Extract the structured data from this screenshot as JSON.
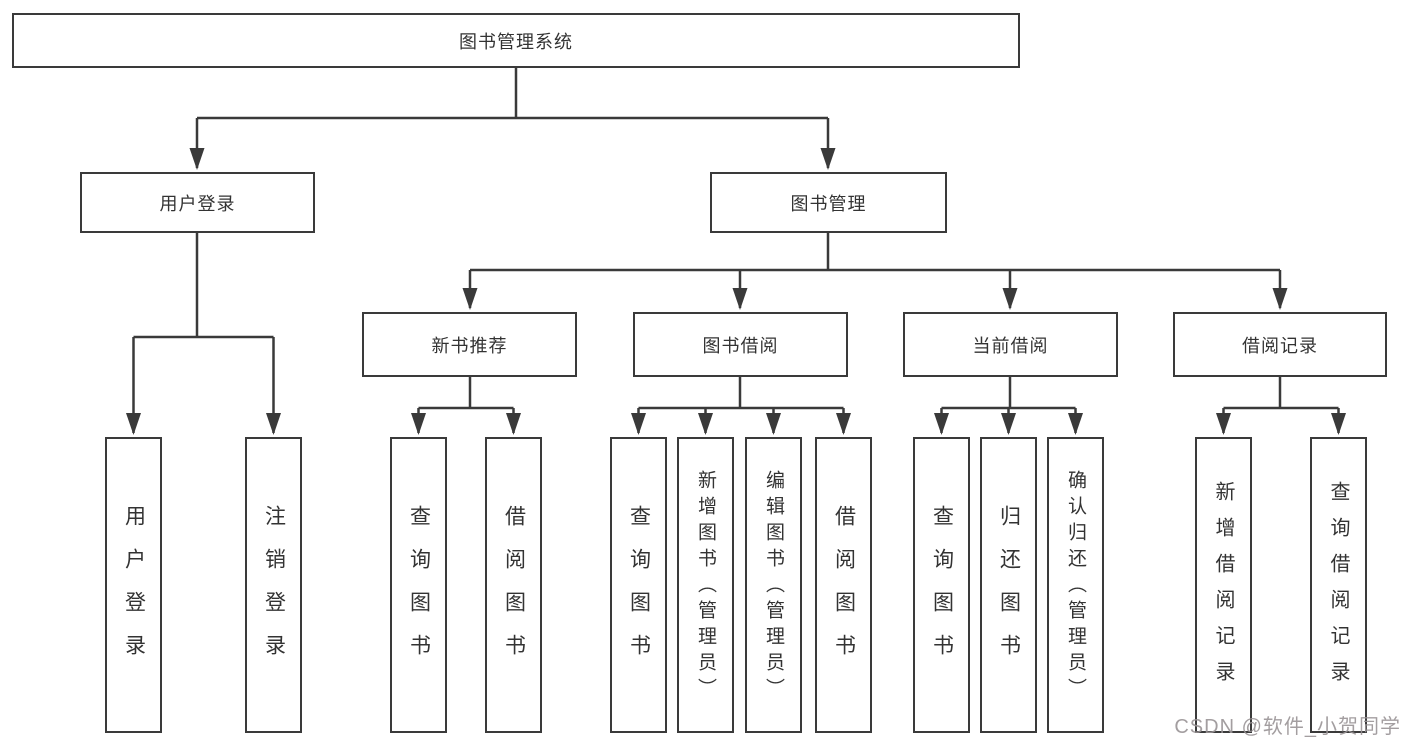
{
  "colors": {
    "line": "#3a3a3a",
    "border": "#3a3a3a",
    "text": "#333333",
    "background": "#ffffff",
    "watermark": "#9a9496"
  },
  "watermark": {
    "text": "CSDN @软件_小贺同学"
  },
  "tree": {
    "root": {
      "label": "图书管理系统"
    },
    "branches": [
      {
        "label": "用户登录",
        "children": [
          {
            "label": "用户登录"
          },
          {
            "label": "注销登录"
          }
        ]
      },
      {
        "label": "图书管理",
        "children": [
          {
            "label": "新书推荐",
            "children": [
              {
                "label": "查询图书"
              },
              {
                "label": "借阅图书"
              }
            ]
          },
          {
            "label": "图书借阅",
            "children": [
              {
                "label": "查询图书"
              },
              {
                "label": "新增图书（管理员）"
              },
              {
                "label": "编辑图书（管理员）"
              },
              {
                "label": "借阅图书"
              }
            ]
          },
          {
            "label": "当前借阅",
            "children": [
              {
                "label": "查询图书"
              },
              {
                "label": "归还图书"
              },
              {
                "label": "确认归还（管理员）"
              }
            ]
          },
          {
            "label": "借阅记录",
            "children": [
              {
                "label": "新增借阅记录"
              },
              {
                "label": "查询借阅记录"
              }
            ]
          }
        ]
      }
    ]
  }
}
